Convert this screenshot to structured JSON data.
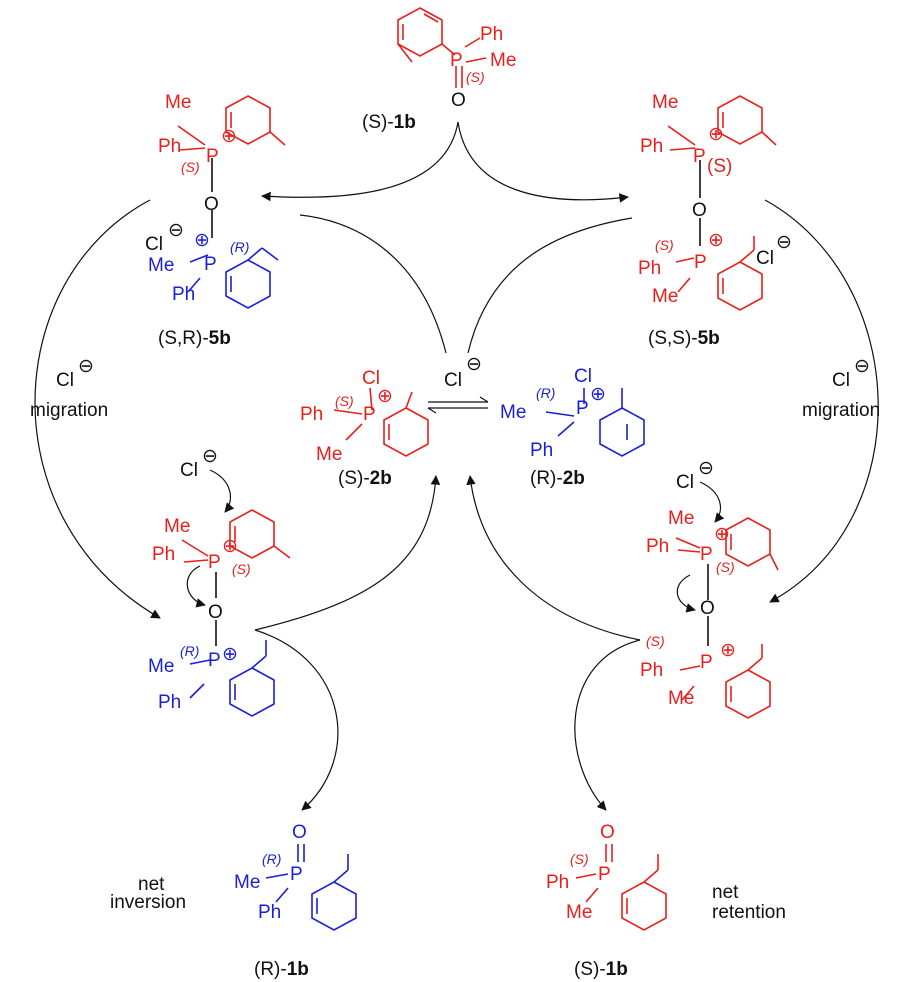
{
  "colors": {
    "red": "#e8201c",
    "blue": "#1a1fd6",
    "black": "#111111"
  },
  "atoms": {
    "ph": "Ph",
    "me": "Me",
    "p": "P",
    "o": "O",
    "cl": "Cl"
  },
  "stereo": {
    "s": "(S)",
    "r": "(R)",
    "s_plain": "(S)"
  },
  "labels": {
    "top": {
      "prefix": "(S)-",
      "bold": "1b"
    },
    "sr5b": {
      "prefix": "(S,R)-",
      "bold": "5b"
    },
    "ss5b": {
      "prefix": "(S,S)-",
      "bold": "5b"
    },
    "s2b": {
      "prefix": "(S)-",
      "bold": "2b"
    },
    "r2b": {
      "prefix": "(R)-",
      "bold": "2b"
    },
    "r1b": {
      "prefix": "(R)-",
      "bold": "1b"
    },
    "s1b": {
      "prefix": "(S)-",
      "bold": "1b"
    }
  },
  "text": {
    "migration": "migration",
    "net": "net",
    "inversion": "inversion",
    "retention": "retention"
  }
}
